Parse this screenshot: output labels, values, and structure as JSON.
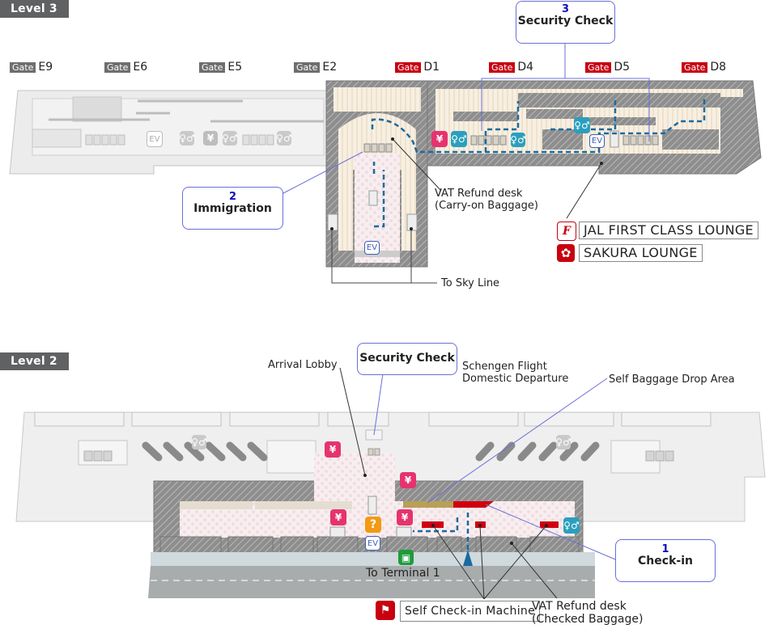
{
  "level3": {
    "label": "Level 3",
    "gates": [
      {
        "prefix": "Gate",
        "id": "E9",
        "type": "E"
      },
      {
        "prefix": "Gate",
        "id": "E6",
        "type": "E"
      },
      {
        "prefix": "Gate",
        "id": "E5",
        "type": "E"
      },
      {
        "prefix": "Gate",
        "id": "E2",
        "type": "E"
      },
      {
        "prefix": "Gate",
        "id": "D1",
        "type": "D"
      },
      {
        "prefix": "Gate",
        "id": "D4",
        "type": "D"
      },
      {
        "prefix": "Gate",
        "id": "D5",
        "type": "D"
      },
      {
        "prefix": "Gate",
        "id": "D8",
        "type": "D"
      }
    ],
    "security_callout": {
      "number": "3",
      "label": "Security Check"
    },
    "immigration_callout": {
      "number": "2",
      "label": "Immigration"
    },
    "vat_refund": {
      "line1": "VAT Refund desk",
      "line2": "(Carry-on Baggage)"
    },
    "sky_line": "To Sky Line",
    "lounges": [
      {
        "name": "JAL FIRST CLASS LOUNGE",
        "icon": "jal-first-class-icon",
        "icon_text": "F"
      },
      {
        "name": "SAKURA LOUNGE",
        "icon": "sakura-lounge-icon",
        "icon_text": "✿"
      }
    ],
    "icons": {
      "yen": "¥",
      "restroom": "🚻",
      "ev": "EV"
    }
  },
  "level2": {
    "label": "Level 2",
    "arrival_lobby": "Arrival Lobby",
    "security_callout": {
      "label": "Security Check"
    },
    "schengen": {
      "line1": "Schengen Flight",
      "line2": "Domestic Departure"
    },
    "self_baggage_drop": "Self Baggage Drop Area",
    "checkin_callout": {
      "number": "1",
      "label": "Check-in"
    },
    "to_terminal": "To Terminal 1",
    "self_checkin": "Self Check-in Machine",
    "vat_refund": {
      "line1": "VAT Refund desk",
      "line2": "(Checked Baggage)"
    },
    "icons": {
      "yen": "¥",
      "info": "?",
      "ev": "EV",
      "bus": "▣"
    }
  },
  "colors": {
    "gate_e": "#6e6e6e",
    "gate_d": "#c8000f",
    "yen": "#e6336e",
    "restroom": "#2a9fbd",
    "route": "#1a6aa0",
    "callout_border": "#6b6fd8",
    "info": "#f29a12",
    "bus": "#1e9b3c"
  }
}
